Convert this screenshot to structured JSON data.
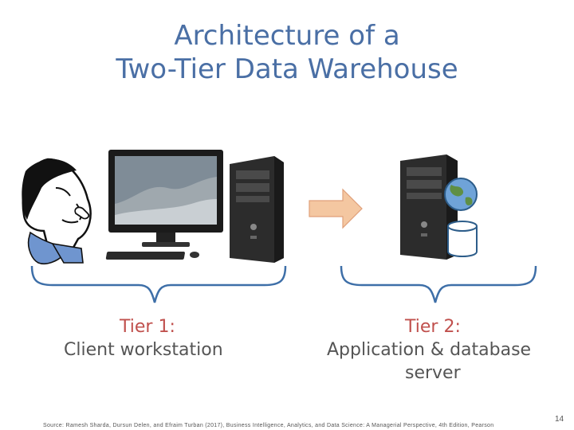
{
  "slide": {
    "title_line1": "Architecture of a",
    "title_line2": "Two-Tier Data Warehouse",
    "tier1": {
      "label": "Tier 1:",
      "description": "Client workstation"
    },
    "tier2": {
      "label": "Tier 2:",
      "description_line1": "Application & database",
      "description_line2": "server"
    },
    "source": "Source: Ramesh Sharda, Dursun Delen, and Efraim Turban (2017), Business Intelligence, Analytics, and Data Science: A Managerial Perspective, 4th Edition, Pearson",
    "page_number": "14"
  },
  "colors": {
    "title": "#4a6fa5",
    "tier_label": "#c0504d",
    "arrow": "#f4c7a1"
  },
  "icons": [
    "person-thinking-icon",
    "monitor-icon",
    "tower-computer-icon",
    "arrow-right-icon",
    "server-tower-icon",
    "globe-icon",
    "database-icon",
    "brace-icon"
  ]
}
